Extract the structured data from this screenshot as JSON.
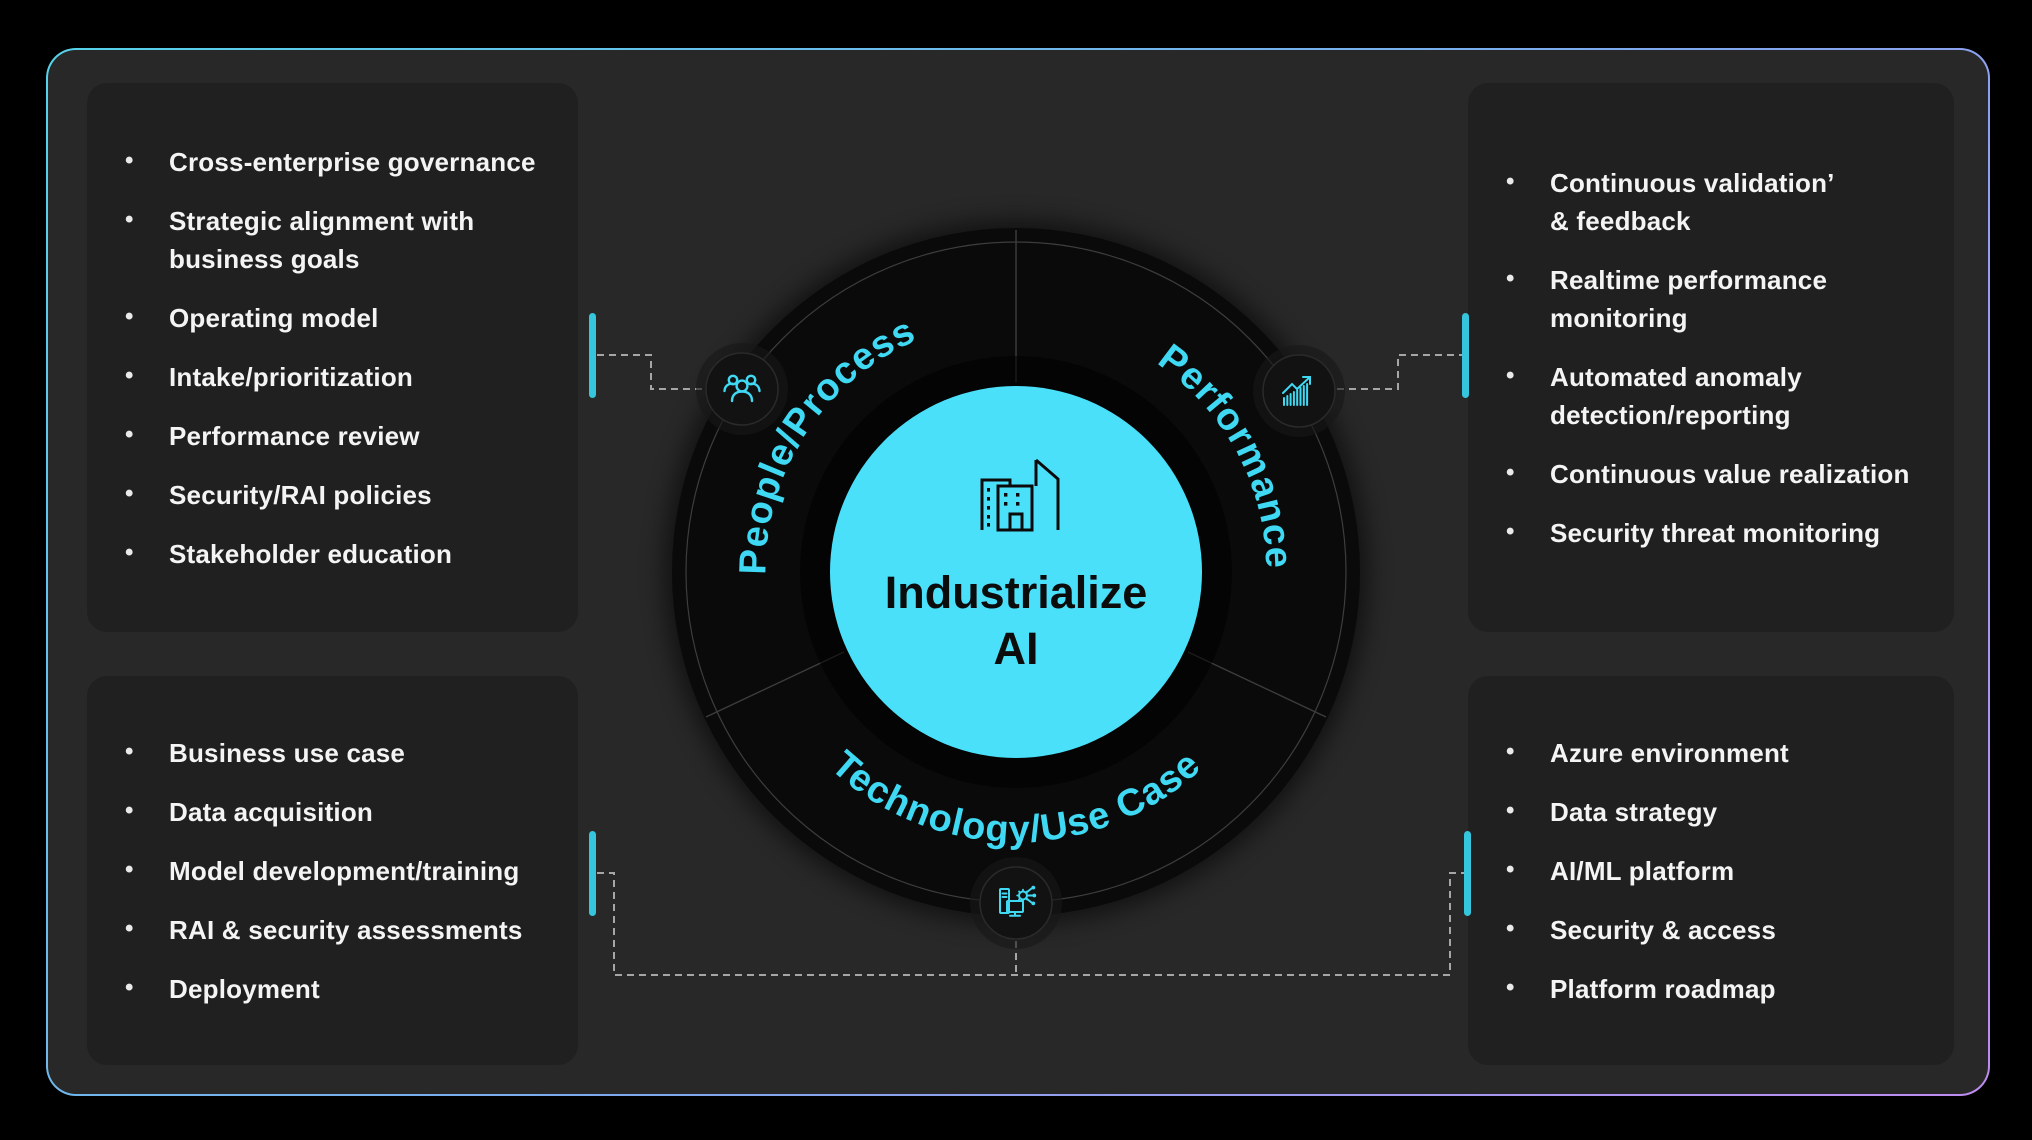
{
  "diagram": {
    "center": {
      "icon": "buildings-icon",
      "title_line1": "Industrialize",
      "title_line2": "AI"
    },
    "ring": {
      "segments": [
        {
          "label": "People/Process",
          "icon": "people-icon"
        },
        {
          "label": "Performance",
          "icon": "growth-chart-icon"
        },
        {
          "label": "Technology/Use Case",
          "icon": "computer-gear-icon"
        }
      ]
    },
    "panels": {
      "top_left": {
        "items": [
          "Cross-enterprise governance",
          "Strategic alignment with\nbusiness goals",
          "Operating model",
          "Intake/prioritization",
          "Performance review",
          "Security/RAI policies",
          "Stakeholder education"
        ]
      },
      "top_right": {
        "items": [
          "Continuous validation’\n& feedback",
          "Realtime performance\nmonitoring",
          "Automated anomaly\ndetection/reporting",
          "Continuous value realization",
          "Security threat monitoring"
        ]
      },
      "bottom_left": {
        "items": [
          "Business use case",
          "Data acquisition",
          "Model development/training",
          "RAI & security assessments",
          "Deployment"
        ]
      },
      "bottom_right": {
        "items": [
          "Azure environment",
          "Data strategy",
          "AI/ML platform",
          "Security & access",
          "Platform roadmap"
        ]
      }
    },
    "colors": {
      "accent_cyan": "#3FD9F4",
      "bar_cyan": "#35C6DE",
      "circle_cyan": "#4BE0FA",
      "border_gradient_start": "#55D2EA",
      "border_gradient_end": "#BE8CF0",
      "dash_gray": "#A6A6A6"
    }
  }
}
